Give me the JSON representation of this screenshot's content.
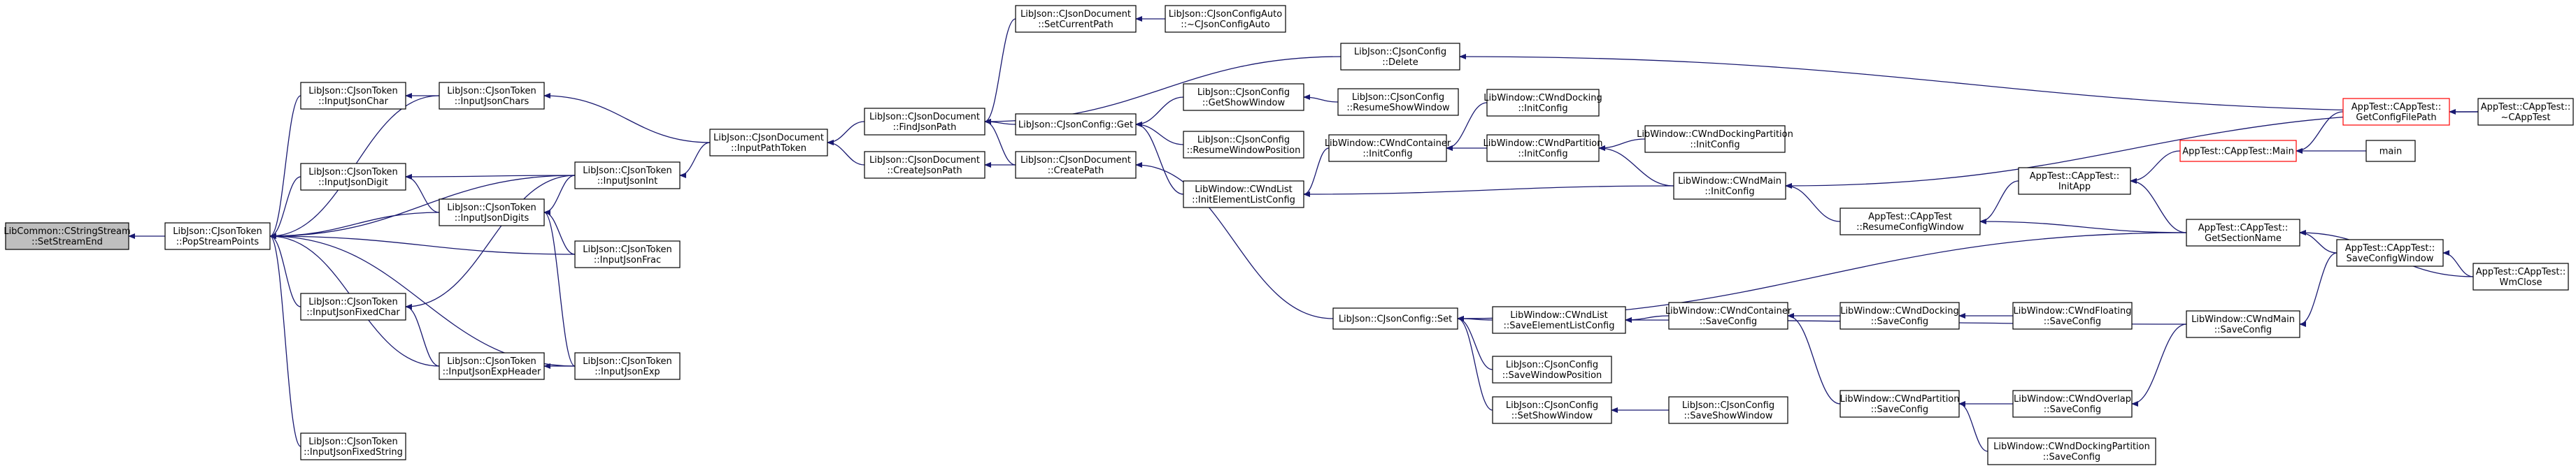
{
  "colors": {
    "edge": "#191970",
    "highlight_border": "#ff0000",
    "root_fill": "#bfbfbf"
  },
  "nodes": [
    {
      "id": "n0",
      "lines": [
        "LibCommon::CStringStream",
        "::SetStreamEnd"
      ]
    },
    {
      "id": "n1",
      "lines": [
        "LibJson::CJsonToken",
        "::PopStreamPoints"
      ]
    },
    {
      "id": "n2",
      "lines": [
        "LibJson::CJsonToken",
        "::InputJsonChar"
      ]
    },
    {
      "id": "n3",
      "lines": [
        "LibJson::CJsonToken",
        "::InputJsonChars"
      ]
    },
    {
      "id": "n4",
      "lines": [
        "LibJson::CJsonToken",
        "::InputJsonDigit"
      ]
    },
    {
      "id": "n5",
      "lines": [
        "LibJson::CJsonToken",
        "::InputJsonDigits"
      ]
    },
    {
      "id": "n6",
      "lines": [
        "LibJson::CJsonToken",
        "::InputJsonInt"
      ]
    },
    {
      "id": "n7",
      "lines": [
        "LibJson::CJsonToken",
        "::InputJsonFrac"
      ]
    },
    {
      "id": "n8",
      "lines": [
        "LibJson::CJsonToken",
        "::InputJsonFixedChar"
      ]
    },
    {
      "id": "n9",
      "lines": [
        "LibJson::CJsonToken",
        "::InputJsonExpHeader"
      ]
    },
    {
      "id": "n10",
      "lines": [
        "LibJson::CJsonToken",
        "::InputJsonExp"
      ]
    },
    {
      "id": "n11",
      "lines": [
        "LibJson::CJsonToken",
        "::InputJsonFixedString"
      ]
    },
    {
      "id": "n12",
      "lines": [
        "LibJson::CJsonDocument",
        "::InputPathToken"
      ]
    },
    {
      "id": "n13",
      "lines": [
        "LibJson::CJsonDocument",
        "::FindJsonPath"
      ]
    },
    {
      "id": "n14",
      "lines": [
        "LibJson::CJsonDocument",
        "::CreateJsonPath"
      ]
    },
    {
      "id": "n15",
      "lines": [
        "LibJson::CJsonDocument",
        "::SetCurrentPath"
      ]
    },
    {
      "id": "n16",
      "lines": [
        "LibJson::CJsonConfigAuto",
        "::~CJsonConfigAuto"
      ]
    },
    {
      "id": "n17",
      "lines": [
        "LibJson::CJsonConfig::Get"
      ]
    },
    {
      "id": "n18",
      "lines": [
        "LibJson::CJsonDocument",
        "::CreatePath"
      ]
    },
    {
      "id": "n19",
      "lines": [
        "LibJson::CJsonConfig",
        "::Delete"
      ]
    },
    {
      "id": "n20",
      "lines": [
        "LibJson::CJsonConfig",
        "::GetShowWindow"
      ]
    },
    {
      "id": "n21",
      "lines": [
        "LibJson::CJsonConfig",
        "::ResumeShowWindow"
      ]
    },
    {
      "id": "n22",
      "lines": [
        "LibJson::CJsonConfig",
        "::ResumeWindowPosition"
      ]
    },
    {
      "id": "n23",
      "lines": [
        "LibWindow::CWndList",
        "::InitElementListConfig"
      ]
    },
    {
      "id": "n24",
      "lines": [
        "LibWindow::CWndContainer",
        "::InitConfig"
      ]
    },
    {
      "id": "n25",
      "lines": [
        "LibWindow::CWndDocking",
        "::InitConfig"
      ]
    },
    {
      "id": "n26",
      "lines": [
        "LibWindow::CWndPartition",
        "::InitConfig"
      ]
    },
    {
      "id": "n27",
      "lines": [
        "LibWindow::CWndDockingPartition",
        "::InitConfig"
      ]
    },
    {
      "id": "n28",
      "lines": [
        "LibWindow::CWndMain",
        "::InitConfig"
      ]
    },
    {
      "id": "n29",
      "lines": [
        "LibJson::CJsonConfig::Set"
      ]
    },
    {
      "id": "n30",
      "lines": [
        "LibWindow::CWndList",
        "::SaveElementListConfig"
      ]
    },
    {
      "id": "n31",
      "lines": [
        "LibJson::CJsonConfig",
        "::SaveWindowPosition"
      ]
    },
    {
      "id": "n32",
      "lines": [
        "LibJson::CJsonConfig",
        "::SetShowWindow"
      ]
    },
    {
      "id": "n33",
      "lines": [
        "LibJson::CJsonConfig",
        "::SaveShowWindow"
      ]
    },
    {
      "id": "n34",
      "lines": [
        "LibWindow::CWndContainer",
        "::SaveConfig"
      ]
    },
    {
      "id": "n35",
      "lines": [
        "LibWindow::CWndDocking",
        "::SaveConfig"
      ]
    },
    {
      "id": "n36",
      "lines": [
        "LibWindow::CWndFloating",
        "::SaveConfig"
      ]
    },
    {
      "id": "n37",
      "lines": [
        "LibWindow::CWndPartition",
        "::SaveConfig"
      ]
    },
    {
      "id": "n38",
      "lines": [
        "LibWindow::CWndOverlap",
        "::SaveConfig"
      ]
    },
    {
      "id": "n39",
      "lines": [
        "LibWindow::CWndDockingPartition",
        "::SaveConfig"
      ]
    },
    {
      "id": "n40",
      "lines": [
        "AppTest::CAppTest",
        "::ResumeConfigWindow"
      ]
    },
    {
      "id": "n41",
      "lines": [
        "AppTest::CAppTest::",
        "InitApp"
      ]
    },
    {
      "id": "n42",
      "lines": [
        "AppTest::CAppTest::",
        "GetSectionName"
      ]
    },
    {
      "id": "n43",
      "lines": [
        "AppTest::CAppTest::Main"
      ]
    },
    {
      "id": "n44",
      "lines": [
        "AppTest::CAppTest::",
        "GetConfigFilePath"
      ]
    },
    {
      "id": "n45",
      "lines": [
        "main"
      ]
    },
    {
      "id": "n46",
      "lines": [
        "AppTest::CAppTest::",
        "~CAppTest"
      ]
    },
    {
      "id": "n47",
      "lines": [
        "LibWindow::CWndMain",
        "::SaveConfig"
      ]
    },
    {
      "id": "n48",
      "lines": [
        "AppTest::CAppTest::",
        "SaveConfigWindow"
      ]
    },
    {
      "id": "n49",
      "lines": [
        "AppTest::CAppTest::",
        "WmClose"
      ]
    }
  ]
}
